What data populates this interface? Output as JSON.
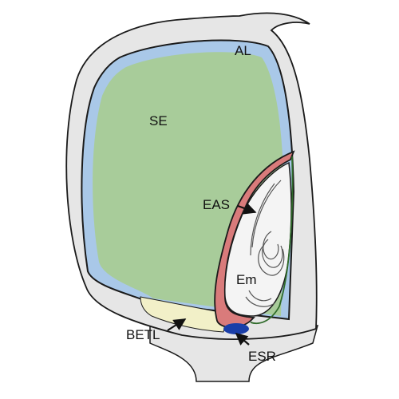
{
  "labels": {
    "al": "AL",
    "se": "SE",
    "eas": "EAS",
    "em": "Em",
    "betl": "BETL",
    "esr": "ESR"
  },
  "colors": {
    "pericarp": "#e6e6e6",
    "aleurone": "#a9c8e8",
    "starchy_endosperm": "#a8cc9a",
    "embryo_surrounding_layer": "#d97b7b",
    "transfer_layer": "#f2f0c8",
    "esr_region": "#1a3ea8",
    "embryo": "#f4f4f4",
    "outline": "#1a1a1a"
  }
}
